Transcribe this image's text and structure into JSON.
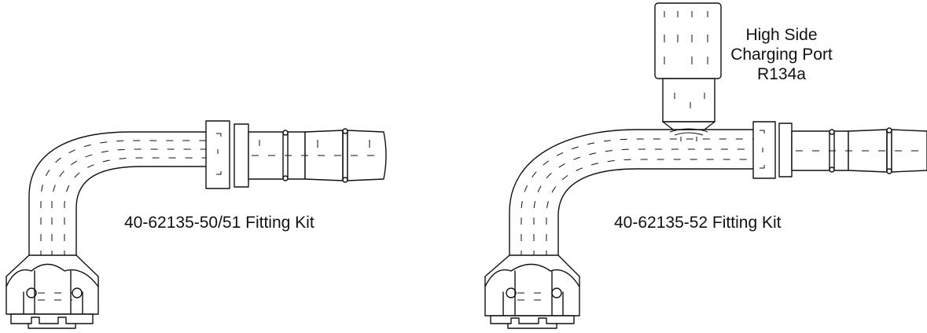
{
  "kits": [
    {
      "label": "40-62135-50/51 Fitting Kit"
    },
    {
      "label": "40-62135-52 Fitting Kit"
    }
  ],
  "charging_port": {
    "lines": [
      "High Side",
      "Charging Port",
      "R134a"
    ]
  }
}
